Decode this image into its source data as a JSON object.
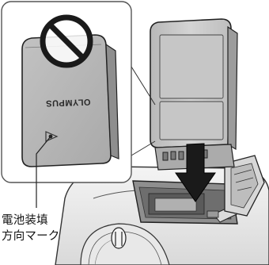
{
  "callout": {
    "line1": "電池装填",
    "line2": "方向マーク"
  },
  "battery": {
    "brand": "OLYMPUS"
  },
  "icons": {
    "prohibited": "prohibition-sign-icon",
    "direction_mark": "triangle-direction-mark-icon",
    "insert_arrow": "down-arrow-icon"
  },
  "colors": {
    "prohibition": "#1a1a1a",
    "battery_body": "#c9c9c9",
    "inset_border": "#555555",
    "camera_body": "#ececec"
  }
}
